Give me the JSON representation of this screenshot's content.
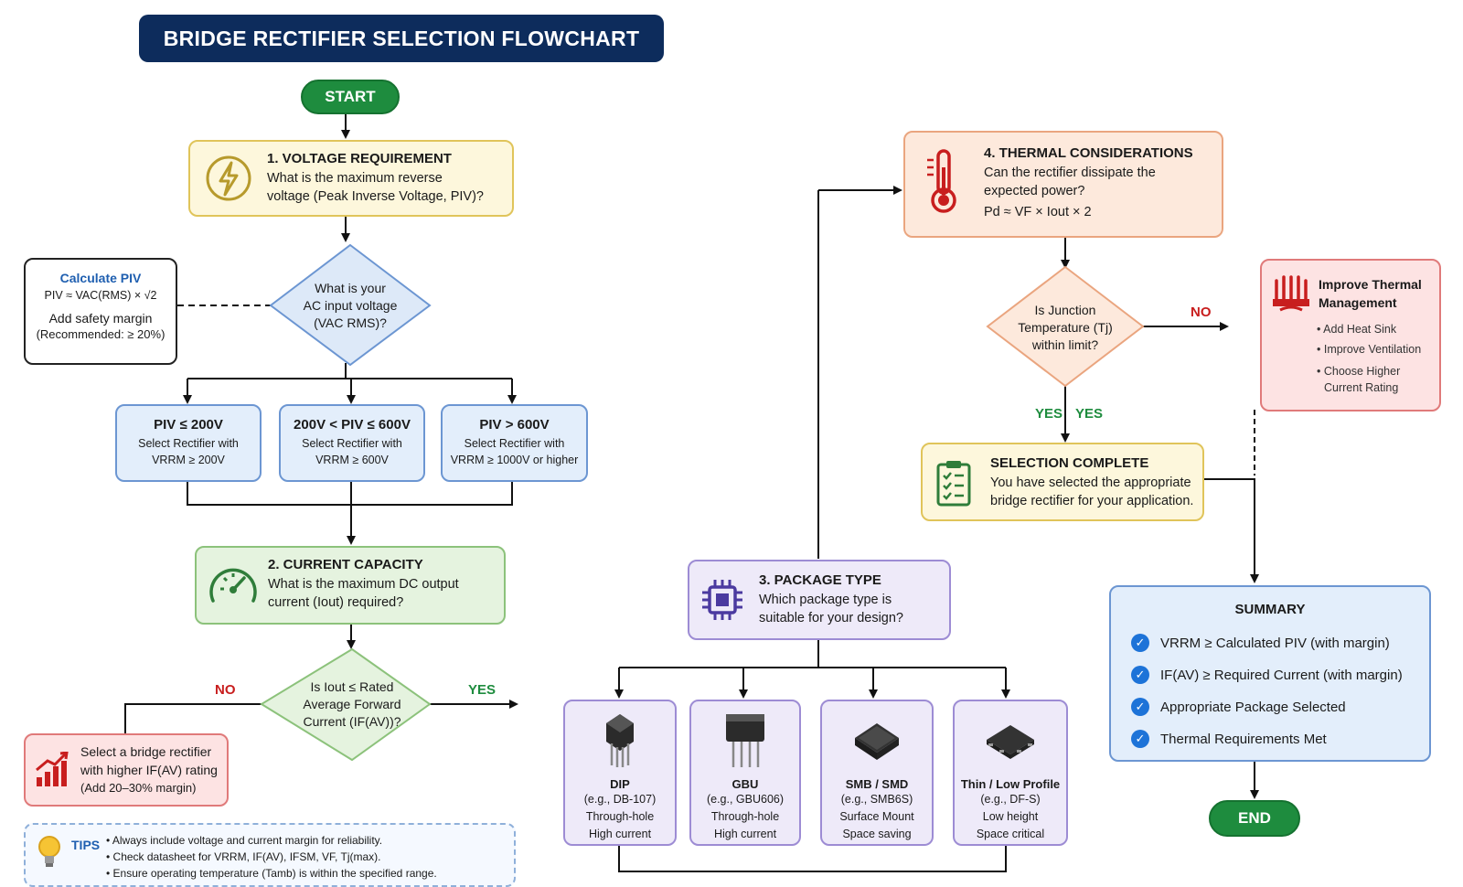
{
  "title": "BRIDGE RECTIFIER SELECTION FLOWCHART",
  "start": "START",
  "end": "END",
  "step1": {
    "title": "1. VOLTAGE REQUIREMENT",
    "line1": "What is the maximum reverse",
    "line2": "voltage (Peak Inverse Voltage, PIV)?"
  },
  "calc": {
    "title": "Calculate PIV",
    "formula": "PIV ≈ VAC(RMS) × √2",
    "margin": "Add safety margin",
    "rec": "(Recommended: ≥ 20%)"
  },
  "diamond1": {
    "line1": "What is your",
    "line2": "AC input voltage",
    "line3": "(VAC RMS)?"
  },
  "piv": [
    {
      "title": "PIV ≤ 200V",
      "line1": "Select Rectifier with",
      "line2": "VRRM ≥ 200V"
    },
    {
      "title": "200V < PIV ≤ 600V",
      "line1": "Select Rectifier with",
      "line2": "VRRM ≥ 600V"
    },
    {
      "title": "PIV > 600V",
      "line1": "Select Rectifier with",
      "line2": "VRRM ≥ 1000V or higher"
    }
  ],
  "step2": {
    "title": "2. CURRENT CAPACITY",
    "line1": "What is the maximum DC output",
    "line2": "current (Iout) required?"
  },
  "diamond2": {
    "line1": "Is Iout ≤ Rated",
    "line2": "Average Forward",
    "line3": "Current (IF(AV))?",
    "no": "NO",
    "yes": "YES"
  },
  "higher": {
    "line1": "Select a bridge rectifier",
    "line2": "with higher IF(AV) rating",
    "line3": "(Add 20–30% margin)"
  },
  "tips": {
    "label": "TIPS",
    "items": [
      "• Always include voltage and current margin for reliability.",
      "• Check datasheet for VRRM, IF(AV), IFSM, VF, Tj(max).",
      "• Ensure operating temperature (Tamb) is within the specified range."
    ]
  },
  "step3": {
    "title": "3. PACKAGE TYPE",
    "line1": "Which package type is",
    "line2": "suitable for your design?"
  },
  "packages": [
    {
      "name": "DIP",
      "ex": "(e.g., DB-107)",
      "mount": "Through-hole",
      "note": "High current",
      "icon": "dip-package-icon"
    },
    {
      "name": "GBU",
      "ex": "(e.g., GBU606)",
      "mount": "Through-hole",
      "note": "High current",
      "icon": "gbu-package-icon"
    },
    {
      "name": "SMB / SMD",
      "ex": "(e.g., SMB6S)",
      "mount": "Surface Mount",
      "note": "Space saving",
      "icon": "smd-package-icon"
    },
    {
      "name": "Thin / Low Profile",
      "ex": "(e.g., DF-S)",
      "mount": "Low height",
      "note": "Space critical",
      "icon": "thin-package-icon"
    }
  ],
  "step4": {
    "title": "4. THERMAL CONSIDERATIONS",
    "line1": "Can the rectifier dissipate the",
    "line2": "expected power?",
    "formula": "Pd ≈ VF × Iout × 2"
  },
  "diamond3": {
    "line1": "Is Junction",
    "line2": "Temperature (Tj)",
    "line3": "within limit?",
    "no": "NO",
    "yes_a": "YES",
    "yes_b": "YES"
  },
  "thermal": {
    "title1": "Improve Thermal",
    "title2": "Management",
    "items": [
      "• Add Heat Sink",
      "• Improve Ventilation",
      "• Choose Higher",
      "Current Rating"
    ]
  },
  "complete": {
    "title": "SELECTION COMPLETE",
    "line1": "You have selected the appropriate",
    "line2": "bridge rectifier for your application."
  },
  "summary": {
    "title": "SUMMARY",
    "items": [
      "VRRM ≥ Calculated PIV (with margin)",
      "IF(AV) ≥ Required Current (with margin)",
      "Appropriate Package Selected",
      "Thermal Requirements Met"
    ]
  },
  "colors": {
    "navy": "#0d2c5c",
    "green": "#1e8c3e",
    "red": "#c81e1e",
    "blue": "#1d73d8"
  }
}
